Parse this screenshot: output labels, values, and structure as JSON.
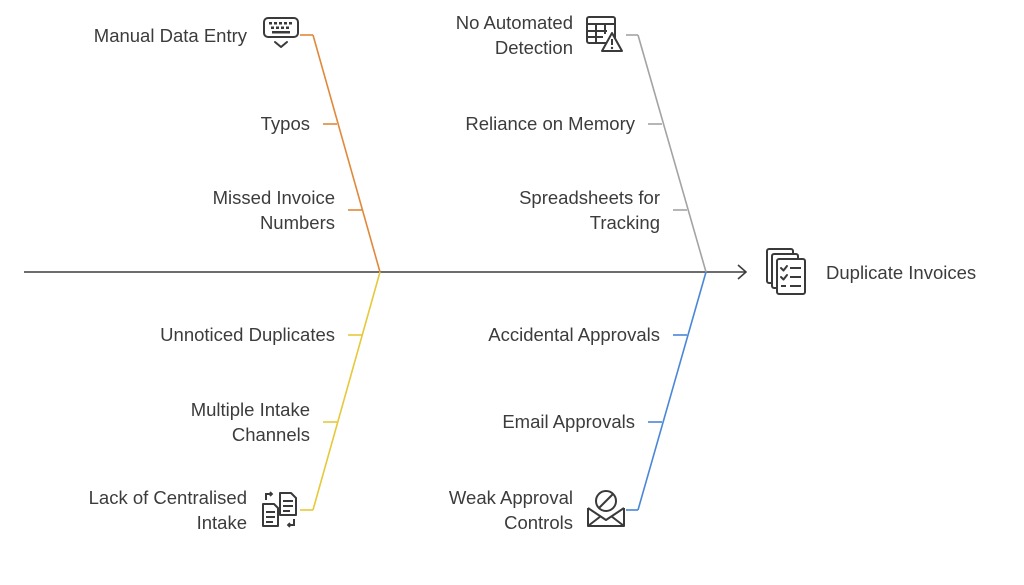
{
  "effect": {
    "label": "Duplicate Invoices",
    "icon": "clipboard-checklist-icon"
  },
  "colors": {
    "spine": "#3d3d3d",
    "orange": "#e0893b",
    "gray": "#a3a3a3",
    "yellow": "#e6c93a",
    "blue": "#4a86d8",
    "icon": "#3a3a3a"
  },
  "categories": {
    "manual_data_entry": {
      "label": "Manual Data Entry",
      "icon": "keyboard-icon",
      "causes": [
        "Typos",
        "Missed Invoice Numbers"
      ]
    },
    "no_automated_detection": {
      "label_line1": "No Automated",
      "label_line2": "Detection",
      "icon": "table-warning-icon",
      "causes": [
        "Reliance on Memory",
        "Spreadsheets for Tracking"
      ]
    },
    "lack_of_centralised_intake": {
      "label_line1": "Lack of Centralised",
      "label_line2": "Intake",
      "icon": "document-transfer-icon",
      "causes": [
        "Unnoticed Duplicates",
        "Multiple Intake Channels"
      ]
    },
    "weak_approval_controls": {
      "label_line1": "Weak Approval",
      "label_line2": "Controls",
      "icon": "envelope-blocked-icon",
      "causes": [
        "Accidental Approvals",
        "Email Approvals"
      ]
    }
  },
  "cause_lines": {
    "missed_invoice": [
      "Missed Invoice",
      "Numbers"
    ],
    "spreadsheets": [
      "Spreadsheets for",
      "Tracking"
    ],
    "multiple_intake": [
      "Multiple Intake",
      "Channels"
    ]
  }
}
